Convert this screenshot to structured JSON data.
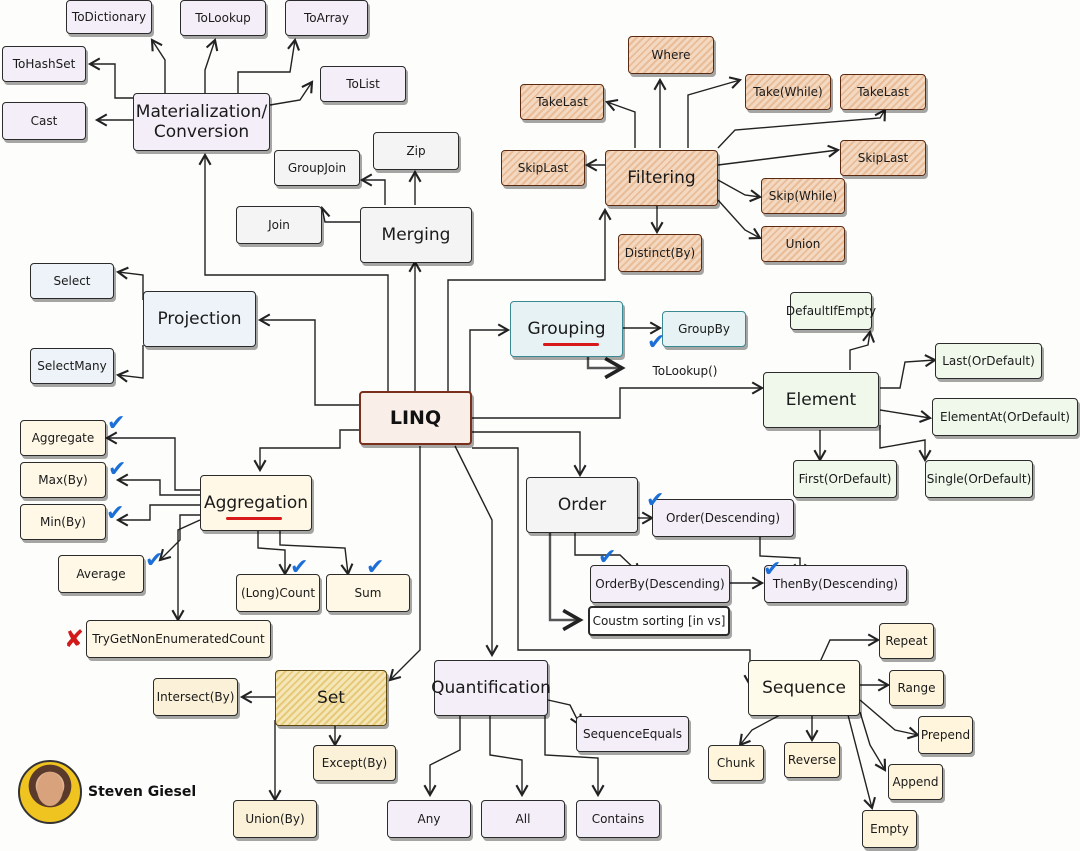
{
  "diagram": {
    "central": "LINQ",
    "materialization": {
      "title": "Materialization/ Conversion",
      "items": [
        "ToDictionary",
        "ToLookup",
        "ToArray",
        "ToHashSet",
        "ToList",
        "Cast"
      ]
    },
    "merging": {
      "title": "Merging",
      "items": [
        "Zip",
        "GroupJoin",
        "Join"
      ]
    },
    "filtering": {
      "title": "Filtering",
      "items": [
        "Where",
        "TakeLast",
        "Take(While)",
        "TakeLast",
        "SkipLast",
        "SkipLast",
        "Skip(While)",
        "Distinct(By)",
        "Union"
      ]
    },
    "projection": {
      "title": "Projection",
      "items": [
        "Select",
        "SelectMany"
      ]
    },
    "grouping": {
      "title": "Grouping",
      "items": [
        "GroupBy"
      ],
      "note": "ToLookup()"
    },
    "element": {
      "title": "Element",
      "items": [
        "DefaultIfEmpty",
        "Last(OrDefault)",
        "ElementAt(OrDefault)",
        "First(OrDefault)",
        "Single(OrDefault)"
      ]
    },
    "aggregation": {
      "title": "Aggregation",
      "items": [
        "Aggregate",
        "Max(By)",
        "Min(By)",
        "Average",
        "(Long)Count",
        "Sum",
        "TryGetNonEnumeratedCount"
      ]
    },
    "order": {
      "title": "Order",
      "items": [
        "Order(Descending)",
        "OrderBy(Descending)",
        "ThenBy(Descending)",
        "Coustm sorting [in vs]"
      ]
    },
    "set": {
      "title": "Set",
      "items": [
        "Intersect(By)",
        "Except(By)",
        "Union(By)"
      ]
    },
    "quantification": {
      "title": "Quantification",
      "items": [
        "SequenceEquals",
        "Any",
        "All",
        "Contains"
      ]
    },
    "sequence": {
      "title": "Sequence",
      "items": [
        "Repeat",
        "Range",
        "Prepend",
        "Append",
        "Empty",
        "Chunk",
        "Reverse"
      ]
    }
  },
  "author": {
    "name": "Steven Giesel"
  },
  "marks": {
    "check": "✔",
    "cross": "✘"
  },
  "colors": {
    "check": "#1b6fd6",
    "cross": "#d11a1a",
    "underline": "#d81919",
    "filtering": "#e9bd98",
    "set": "#e6c979"
  }
}
